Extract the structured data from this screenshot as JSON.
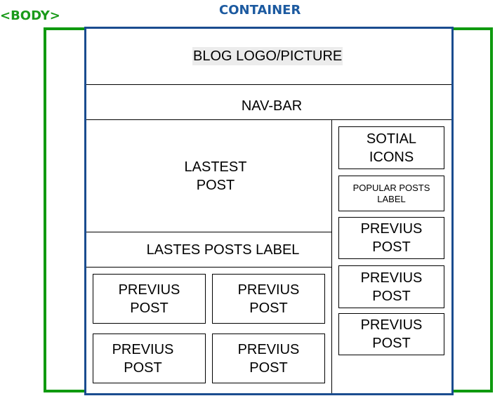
{
  "labels": {
    "body": "<BODY>",
    "container": "CONTAINER"
  },
  "sections": {
    "logo": "BLOG LOGO/PICTURE",
    "navbar": "NAV-BAR",
    "latest_post": "LASTEST\nPOST",
    "latest_posts_label": "LASTES POSTS LABEL"
  },
  "main_posts": [
    "PREVIUS\nPOST",
    "PREVIUS\nPOST",
    "PREVIUS\nPOST",
    "PREVIUS\nPOST"
  ],
  "sidebar": {
    "social_icons": "SOTIAL\nICONS",
    "popular_posts_label": "POPULAR POSTS\nLABEL",
    "posts": [
      "PREVIUS\nPOST",
      "PREVIUS\nPOST",
      "PREVIUS\nPOST"
    ]
  },
  "colors": {
    "body_border": "#0f9a0f",
    "body_label": "#1a9a1a",
    "container_border": "#1a4c8f",
    "container_label": "#1c5aa0"
  }
}
